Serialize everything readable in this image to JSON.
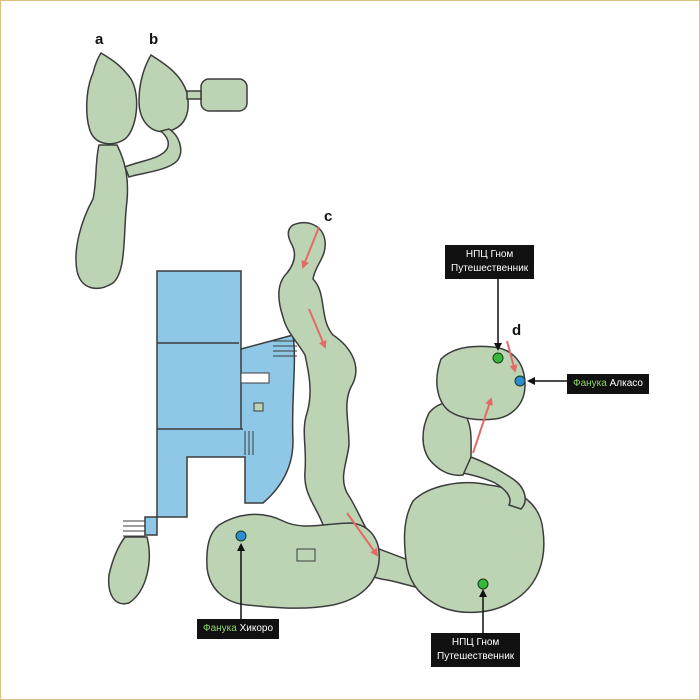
{
  "colors": {
    "cave": "#bcd4b4",
    "cave_stroke": "#3c3c3c",
    "water": "#8ec8e6",
    "route_arrow": "#e46a6a",
    "npc_marker": "#38b838",
    "fanuka_marker": "#2a8ed4",
    "label_bg": "#111111",
    "fanuka_word": "#8fd46a",
    "frame_border": "#d9c27a"
  },
  "area_letters": {
    "a": "a",
    "b": "b",
    "c": "c",
    "d": "d"
  },
  "labels": {
    "npc_top": {
      "line1": "НПЦ Гном",
      "line2": "Путешественник"
    },
    "npc_bottom": {
      "line1": "НПЦ Гном",
      "line2": "Путешественник"
    },
    "fanuka_right": {
      "keyword": "Фанука",
      "name": "Алкасо"
    },
    "fanuka_left": {
      "keyword": "Фанука",
      "name": "Хикоро"
    }
  },
  "markers": [
    {
      "type": "npc",
      "label": "НПЦ Гном Путешественник"
    },
    {
      "type": "npc",
      "label": "НПЦ Гном Путешественник"
    },
    {
      "type": "fanuka",
      "label": "Фанука Алкасо"
    },
    {
      "type": "fanuka",
      "label": "Фанука Хикоро"
    }
  ]
}
